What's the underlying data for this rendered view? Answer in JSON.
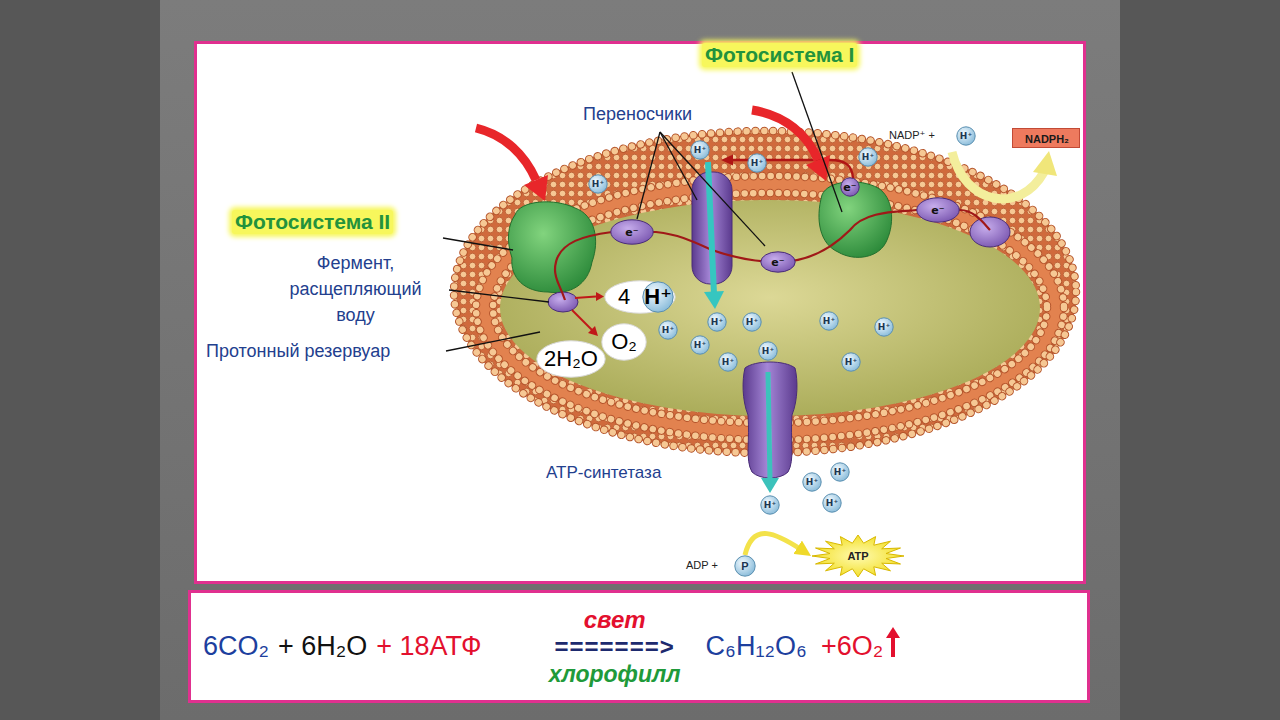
{
  "diagram": {
    "nodes": [
      {
        "text": [
          "NADPH₂"
        ]
      },
      {
        "text": [
          "H⁺"
        ]
      },
      {
        "text": [
          "H⁺"
        ]
      },
      {
        "text": [
          "H⁺"
        ]
      },
      {
        "text": [
          "H⁺"
        ]
      },
      {
        "text": [
          "H⁺"
        ]
      },
      {
        "text": [
          "e⁻"
        ]
      },
      {
        "text": [
          "e⁻"
        ]
      },
      {
        "text": [
          "e⁻"
        ]
      },
      {
        "text": [
          "e⁻"
        ]
      },
      {
        "text": [
          "4"
        ]
      },
      {
        "text": [
          "H⁺"
        ],
        "in": 10
      },
      {
        "text": [
          "O₂"
        ]
      },
      {
        "text": [
          "2H₂O"
        ]
      },
      {
        "text": [
          "H⁺"
        ]
      },
      {
        "text": [
          "H⁺"
        ]
      },
      {
        "text": [
          "H⁺"
        ]
      },
      {
        "text": [
          "H⁺"
        ]
      },
      {
        "text": [
          "H⁺"
        ]
      },
      {
        "text": [
          "H⁺"
        ]
      },
      {
        "text": [
          "H⁺"
        ]
      },
      {
        "text": [
          "H⁺"
        ]
      },
      {
        "text": [
          "H⁺"
        ]
      },
      {
        "text": [
          "H⁺"
        ]
      },
      {
        "text": [
          "H⁺"
        ]
      },
      {
        "text": [
          "H⁺"
        ]
      },
      {
        "text": [
          "H⁺"
        ]
      },
      {
        "text": [
          "P"
        ]
      },
      {
        "text": [
          "ATP"
        ]
      },
      {
        "text": [
          "6CO₂",
          "+ 6H₂O",
          "+ 18АТФ",
          "свет",
          "=======>",
          "хлорофилл",
          "C₆H₁₂O₆",
          "+6O₂"
        ]
      }
    ],
    "edges": [
      {
        "from": 27,
        "to": 28,
        "arrow": "to"
      }
    ],
    "labels": [
      "Фотосистема I",
      "Переносчики",
      "NADP⁺ +",
      "Фотосистема II",
      "Фермент, расщепляющий воду",
      "Протонный резервуар",
      "АТР-синтетаза",
      "ADP +"
    ]
  }
}
